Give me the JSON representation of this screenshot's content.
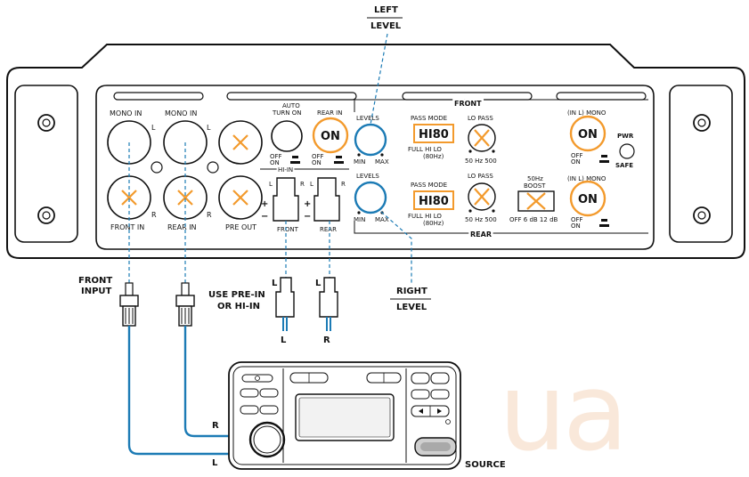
{
  "callouts": {
    "left_level_line1": "LEFT",
    "left_level_line2": "LEVEL",
    "right_level_line1": "RIGHT",
    "right_level_line2": "LEVEL"
  },
  "inputs": {
    "mono_in_1": "MONO IN",
    "mono_in_2": "MONO IN",
    "l1": "L",
    "l2": "L",
    "r1": "R",
    "r2": "R",
    "front_in": "FRONT IN",
    "rear_in": "REAR IN",
    "pre_out": "PRE OUT"
  },
  "auto_turn_on": {
    "line1": "AUTO",
    "line2": "TURN ON",
    "off": "OFF",
    "on": "ON"
  },
  "rear_in_switch": {
    "label": "REAR IN",
    "button": "ON",
    "off": "OFF",
    "on": "ON"
  },
  "hi_in": {
    "label": "HI-IN",
    "front": "FRONT",
    "rear": "REAR",
    "plus": "+",
    "minus": "−",
    "l": "L",
    "r": "R"
  },
  "front_section": {
    "header": "FRONT",
    "levels": "LEVELS",
    "min": "MIN",
    "max": "MAX",
    "pass_mode": "PASS MODE",
    "hi80": "HI80",
    "full_hi_lo": "FULL  HI  LO",
    "hz80": "(80Hz)",
    "lo_pass": "LO PASS",
    "hz_scale": "50  Hz  500",
    "mono": "(IN L) MONO",
    "on": "ON",
    "off_l": "OFF",
    "on_l": "ON"
  },
  "rear_section": {
    "header": "REAR",
    "levels": "LEVELS",
    "min": "MIN",
    "max": "MAX",
    "pass_mode": "PASS MODE",
    "hi80": "HI80",
    "full_hi_lo": "FULL  HI  LO",
    "hz80": "(80Hz)",
    "lo_pass": "LO PASS",
    "hz_scale": "50  Hz  500",
    "boost1": "50Hz",
    "boost2": "BOOST",
    "boost_scale": "OFF  6 dB 12 dB",
    "mono": "(IN L) MONO",
    "on": "ON",
    "off_l": "OFF",
    "on_l": "ON"
  },
  "pwr": {
    "line1": "PWR",
    "line2": "SAFE"
  },
  "wiring": {
    "front_input_1": "FRONT",
    "front_input_2": "INPUT",
    "use_pre_in_1": "USE PRE-IN",
    "use_pre_in_2": "OR HI-IN",
    "plug_l1": "L",
    "plug_l2": "L",
    "wire_l": "L",
    "wire_r": "R",
    "src_r": "R",
    "src_l": "L",
    "source": "SOURCE"
  },
  "watermark": "ua",
  "colors": {
    "orange": "#f39a2c",
    "blue": "#1c7bb5",
    "outline": "#1a1a1a"
  }
}
